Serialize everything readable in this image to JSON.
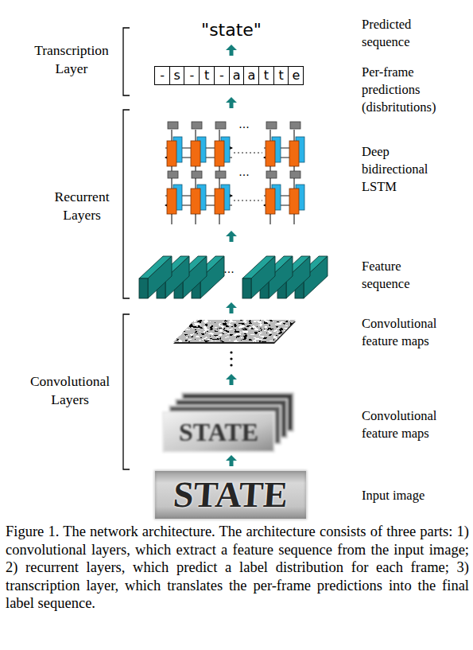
{
  "diagram": {
    "caption": "Figure 1. The network architecture. The architecture consists of three parts: 1) convolutional layers, which extract a feature sequence from the input image; 2) recurrent layers, which predict a label distribution for each frame; 3) transcription layer, which translates the per-frame predictions into the final label sequence.",
    "nodes": [
      {
        "text": [
          "-"
        ]
      },
      {
        "text": [
          "s"
        ]
      },
      {
        "text": [
          "-"
        ]
      },
      {
        "text": [
          "t"
        ]
      },
      {
        "text": [
          "-"
        ]
      },
      {
        "text": [
          "a"
        ]
      },
      {
        "text": [
          "a"
        ]
      },
      {
        "text": [
          "t"
        ]
      },
      {
        "text": [
          "t"
        ]
      },
      {
        "text": [
          "e"
        ]
      }
    ],
    "labels": [
      "\"state\"",
      "Predicted sequence",
      "Per-frame predictions (disbritutions)",
      "Transcription Layer",
      "...",
      "...",
      "Deep bidirectional LSTM",
      "Recurrent Layers",
      "...",
      "Feature sequence",
      "Convolutional feature maps",
      "STATE",
      "Convolutional feature maps",
      "Convolutional Layers",
      "STATE",
      "Input image"
    ]
  }
}
